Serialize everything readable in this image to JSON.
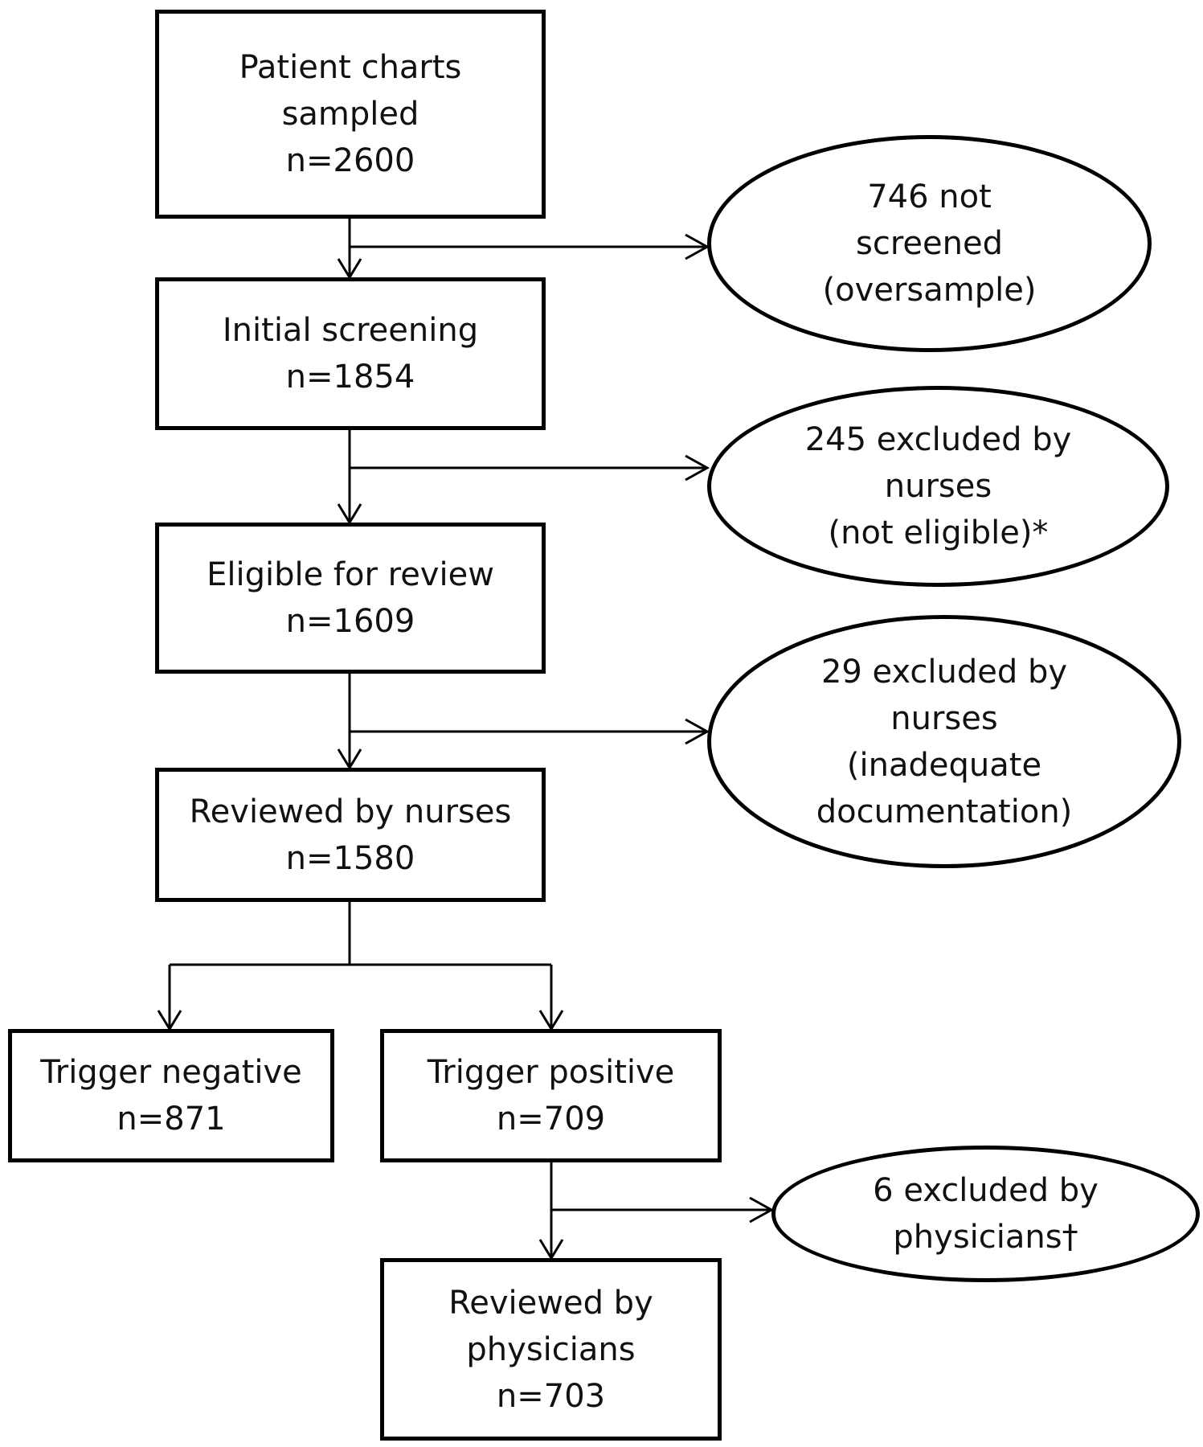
{
  "boxes": {
    "sampled": {
      "line1": "Patient charts",
      "line2": "sampled",
      "line3": "n=2600"
    },
    "initial": {
      "line1": "Initial screening",
      "line2": "n=1854"
    },
    "eligible": {
      "line1": "Eligible for review",
      "line2": "n=1609"
    },
    "nurse_review": {
      "line1": "Reviewed by nurses",
      "line2": "n=1580"
    },
    "neg": {
      "line1": "Trigger negative",
      "line2": "n=871"
    },
    "pos": {
      "line1": "Trigger positive",
      "line2": "n=709"
    },
    "phys_review": {
      "line1": "Reviewed by",
      "line2": "physicians",
      "line3": "n=703"
    }
  },
  "exclusions": {
    "oversample": {
      "line1": "746 not",
      "line2": "screened",
      "line3": "(oversample)"
    },
    "not_eligible": {
      "line1": "245 excluded by",
      "line2": "nurses",
      "line3": "(not eligible)*"
    },
    "inadequate": {
      "line1": "29 excluded by",
      "line2": "nurses",
      "line3": "(inadequate",
      "line4": "documentation)"
    },
    "physicians": {
      "line1": "6 excluded by",
      "line2": "physicians†"
    }
  }
}
